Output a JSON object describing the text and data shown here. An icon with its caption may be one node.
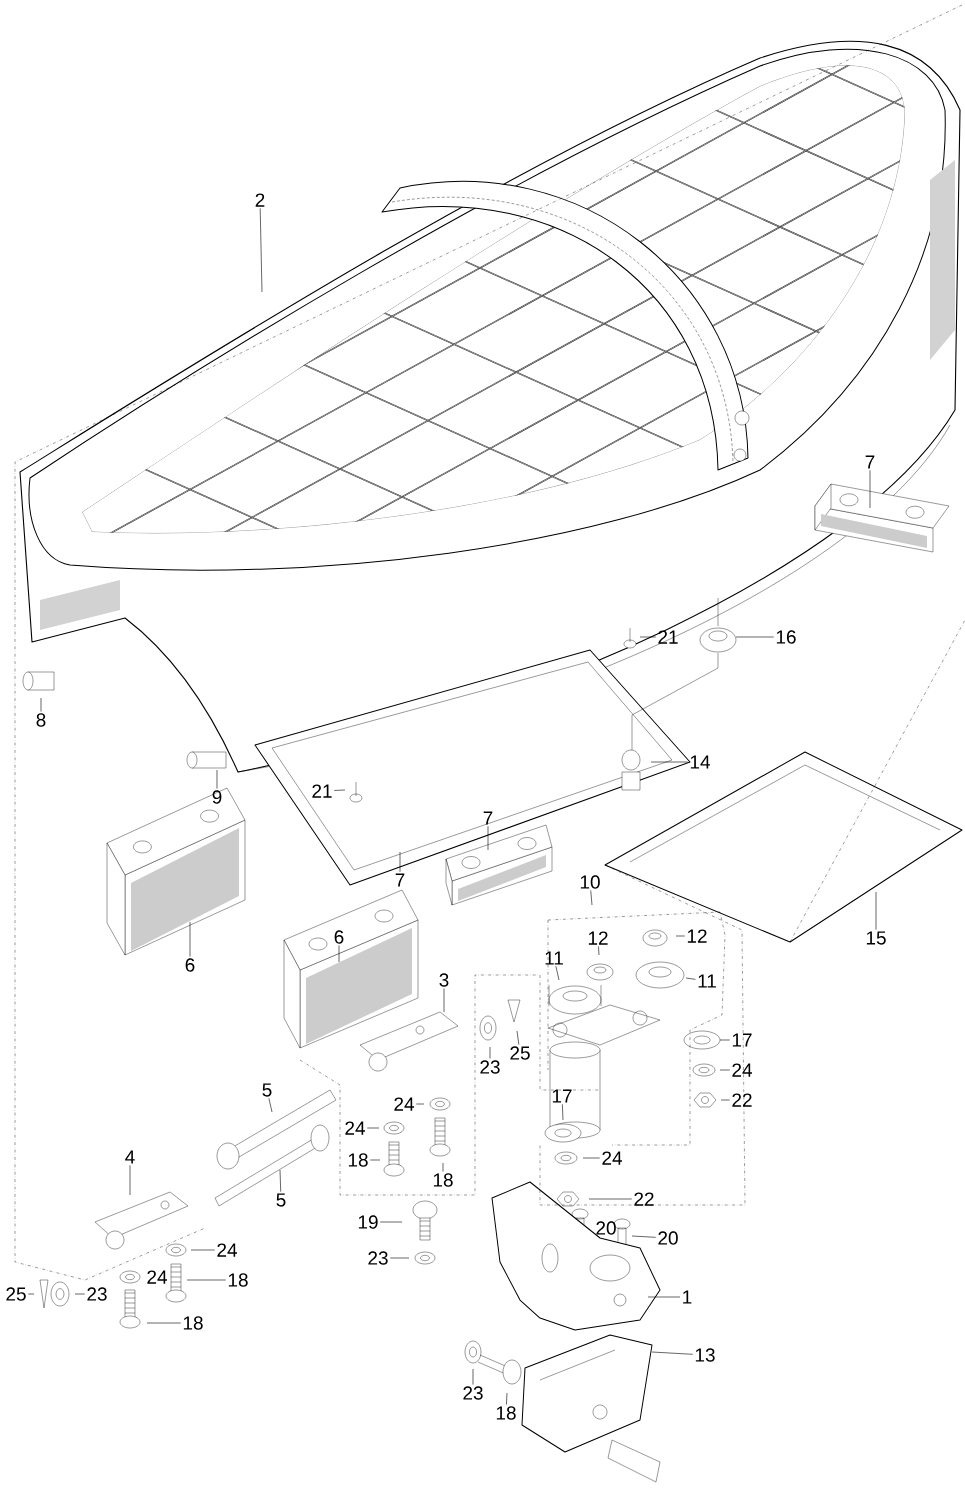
{
  "diagram": {
    "nodes": [
      {
        "text": [
          "2"
        ]
      },
      {
        "text": [
          "7"
        ]
      },
      {
        "text": [
          "21"
        ]
      },
      {
        "text": [
          "16"
        ]
      },
      {
        "text": [
          "8"
        ]
      },
      {
        "text": [
          "9"
        ]
      },
      {
        "text": [
          "14"
        ]
      },
      {
        "text": [
          "21"
        ]
      },
      {
        "text": [
          "7"
        ]
      },
      {
        "text": [
          "7"
        ]
      },
      {
        "text": [
          "6"
        ]
      },
      {
        "text": [
          "6"
        ]
      },
      {
        "text": [
          "3"
        ]
      },
      {
        "text": [
          "10"
        ]
      },
      {
        "text": [
          "12"
        ]
      },
      {
        "text": [
          "12"
        ]
      },
      {
        "text": [
          "11"
        ]
      },
      {
        "text": [
          "11"
        ]
      },
      {
        "text": [
          "15"
        ]
      },
      {
        "text": [
          "23"
        ]
      },
      {
        "text": [
          "25"
        ]
      },
      {
        "text": [
          "17"
        ]
      },
      {
        "text": [
          "24"
        ]
      },
      {
        "text": [
          "22"
        ]
      },
      {
        "text": [
          "17"
        ]
      },
      {
        "text": [
          "24"
        ]
      },
      {
        "text": [
          "22"
        ]
      },
      {
        "text": [
          "5"
        ]
      },
      {
        "text": [
          "24"
        ]
      },
      {
        "text": [
          "24"
        ]
      },
      {
        "text": [
          "18"
        ]
      },
      {
        "text": [
          "18"
        ]
      },
      {
        "text": [
          "5"
        ]
      },
      {
        "text": [
          "4"
        ]
      },
      {
        "text": [
          "19"
        ]
      },
      {
        "text": [
          "23"
        ]
      },
      {
        "text": [
          "20"
        ]
      },
      {
        "text": [
          "1"
        ]
      },
      {
        "text": [
          "24"
        ]
      },
      {
        "text": [
          "18"
        ]
      },
      {
        "text": [
          "25"
        ]
      },
      {
        "text": [
          "23"
        ]
      },
      {
        "text": [
          "18"
        ]
      },
      {
        "text": [
          "13"
        ]
      },
      {
        "text": [
          "23"
        ]
      },
      {
        "text": [
          "18"
        ]
      }
    ],
    "edges": [
      {
        "from": 0,
        "to": null,
        "arrow": "none"
      },
      {
        "from": 1,
        "to": null,
        "arrow": "none"
      },
      {
        "from": 2,
        "to": null,
        "arrow": "none"
      },
      {
        "from": 3,
        "to": null,
        "arrow": "none"
      },
      {
        "from": 4,
        "to": null,
        "arrow": "none"
      },
      {
        "from": 5,
        "to": null,
        "arrow": "none"
      },
      {
        "from": 6,
        "to": null,
        "arrow": "none"
      },
      {
        "from": 7,
        "to": null,
        "arrow": "none"
      },
      {
        "from": 8,
        "to": null,
        "arrow": "none"
      },
      {
        "from": 9,
        "to": null,
        "arrow": "none"
      },
      {
        "from": 10,
        "to": null,
        "arrow": "none"
      },
      {
        "from": 11,
        "to": null,
        "arrow": "none"
      },
      {
        "from": 12,
        "to": null,
        "arrow": "none"
      },
      {
        "from": 13,
        "to": null,
        "arrow": "none"
      },
      {
        "from": 14,
        "to": null,
        "arrow": "none"
      },
      {
        "from": 15,
        "to": null,
        "arrow": "none"
      },
      {
        "from": 16,
        "to": null,
        "arrow": "none"
      },
      {
        "from": 17,
        "to": null,
        "arrow": "none"
      },
      {
        "from": 18,
        "to": null,
        "arrow": "none"
      },
      {
        "from": 19,
        "to": null,
        "arrow": "none"
      },
      {
        "from": 20,
        "to": null,
        "arrow": "none"
      },
      {
        "from": 21,
        "to": null,
        "arrow": "none"
      },
      {
        "from": 22,
        "to": null,
        "arrow": "none"
      },
      {
        "from": 23,
        "to": null,
        "arrow": "none"
      },
      {
        "from": 24,
        "to": null,
        "arrow": "none"
      },
      {
        "from": 25,
        "to": null,
        "arrow": "none"
      },
      {
        "from": 26,
        "to": null,
        "arrow": "none"
      },
      {
        "from": 27,
        "to": null,
        "arrow": "none"
      },
      {
        "from": 28,
        "to": null,
        "arrow": "none"
      },
      {
        "from": 29,
        "to": null,
        "arrow": "none"
      },
      {
        "from": 30,
        "to": null,
        "arrow": "none"
      },
      {
        "from": 31,
        "to": null,
        "arrow": "none"
      },
      {
        "from": 32,
        "to": null,
        "arrow": "none"
      },
      {
        "from": 33,
        "to": null,
        "arrow": "none"
      },
      {
        "from": 34,
        "to": null,
        "arrow": "none"
      },
      {
        "from": 35,
        "to": null,
        "arrow": "none"
      },
      {
        "from": 36,
        "to": null,
        "arrow": "none"
      },
      {
        "from": 37,
        "to": null,
        "arrow": "none"
      },
      {
        "from": 38,
        "to": null,
        "arrow": "none"
      },
      {
        "from": 39,
        "to": null,
        "arrow": "none"
      },
      {
        "from": 40,
        "to": null,
        "arrow": "none"
      },
      {
        "from": 41,
        "to": null,
        "arrow": "none"
      },
      {
        "from": 42,
        "to": null,
        "arrow": "none"
      },
      {
        "from": 43,
        "to": null,
        "arrow": "none"
      },
      {
        "from": 44,
        "to": null,
        "arrow": "none"
      },
      {
        "from": 45,
        "to": null,
        "arrow": "none"
      }
    ],
    "labels": [
      "20",
      "24"
    ]
  }
}
